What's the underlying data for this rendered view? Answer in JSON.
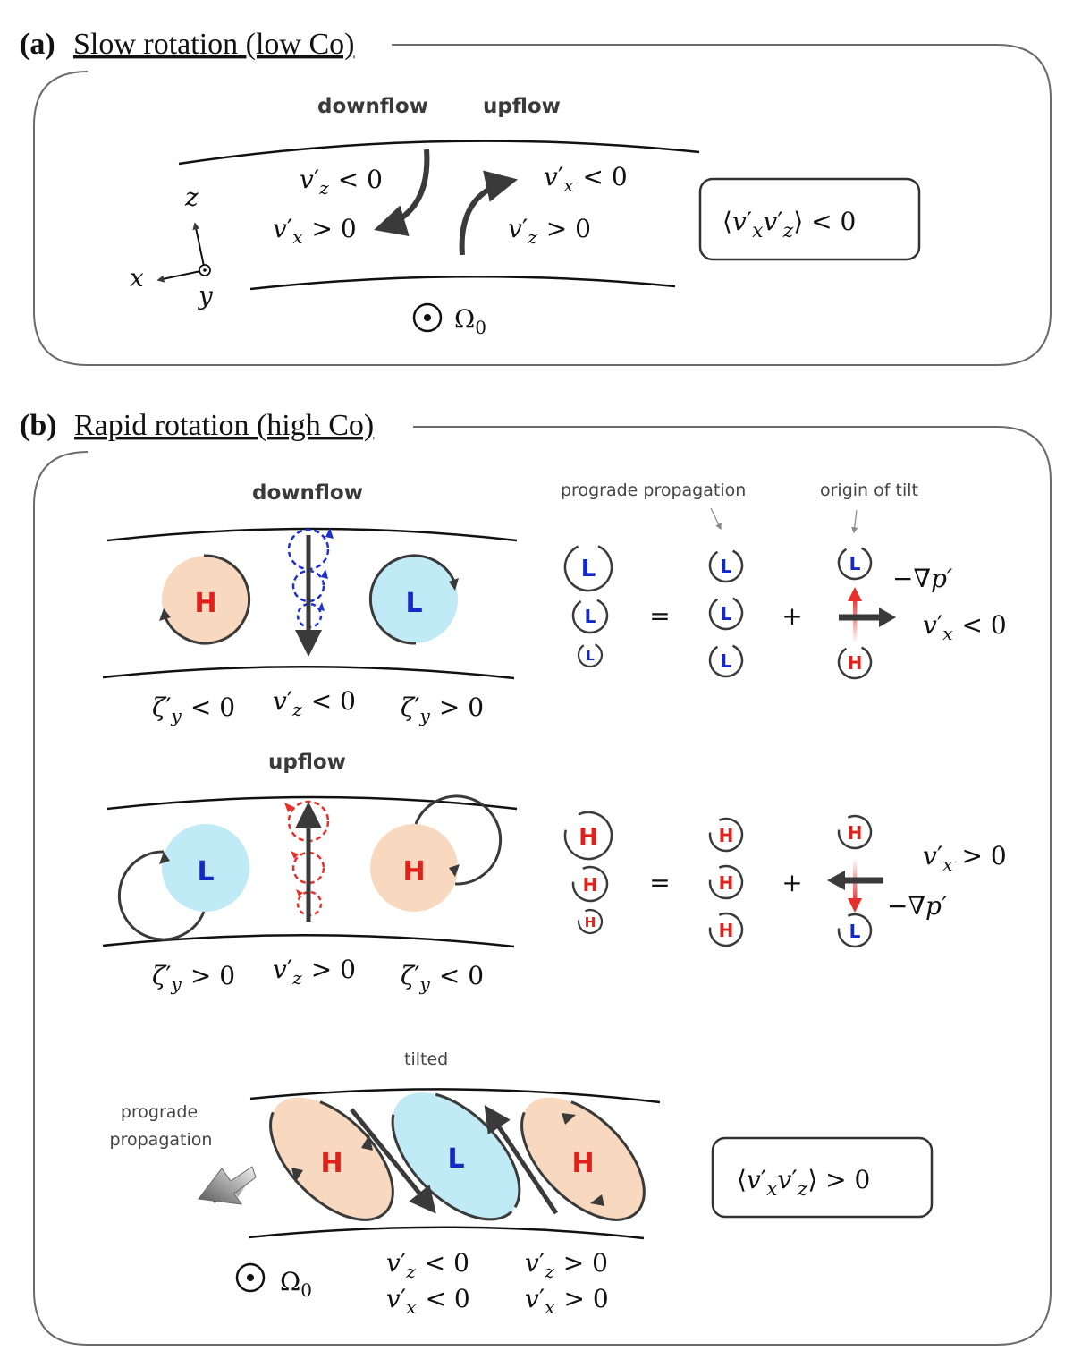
{
  "panel_a": {
    "label": "(a)",
    "title": "Slow rotation (low Co)",
    "downflow": "downflow",
    "upflow": "upflow",
    "axes": {
      "z": "z",
      "x": "x",
      "y": "y"
    },
    "omega": "Ω",
    "omega_sub": "0",
    "correlation": {
      "lhs_v": "v",
      "sub1": "x",
      "sub2": "z",
      "rel": "< 0"
    }
  },
  "panel_b": {
    "label": "(b)",
    "title": "Rapid rotation (high Co)",
    "downflow": "downflow",
    "upflow": "upflow",
    "prograde_propagation": "prograde propagation",
    "origin_of_tilt": "origin of tilt",
    "tilted": "tilted",
    "prograde_line1": "prograde",
    "prograde_line2": "propagation",
    "high": "H",
    "low": "L",
    "equals": "=",
    "plus": "+",
    "grad_p": "−∇p′",
    "zeta": "ζ",
    "omega": "Ω",
    "omega_sub": "0",
    "correlation": {
      "lhs_v": "v",
      "sub1": "x",
      "sub2": "z",
      "rel": "> 0"
    }
  },
  "relations": {
    "lt0": "< 0",
    "gt0": "> 0"
  },
  "colors": {
    "high_fill": "#f8d9bf",
    "low_fill": "#bfeaf6",
    "high_text": "#e0201a",
    "low_text": "#1428c8",
    "red_arrow": "#e8302a",
    "blue_dash": "#1f2fd0",
    "red_dash": "#e8302a",
    "dark_arrow": "#3a3a3a"
  }
}
